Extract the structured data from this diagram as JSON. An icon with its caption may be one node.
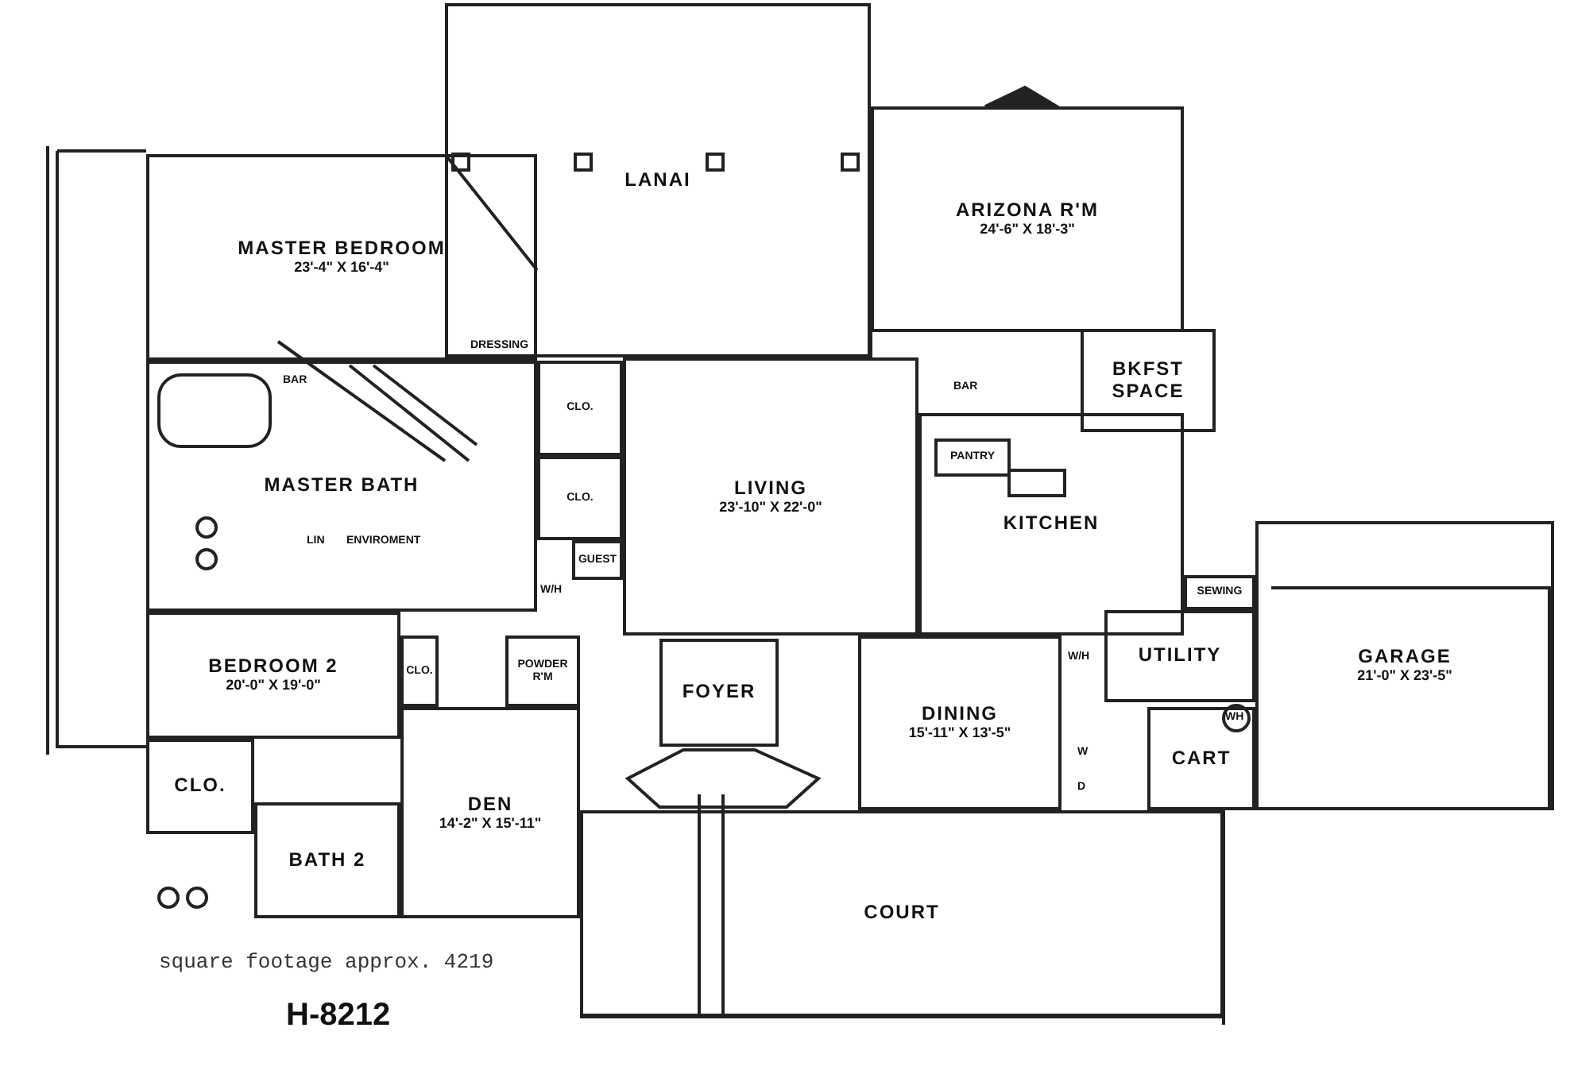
{
  "diagram": {
    "caption": "square footage approx. 4219",
    "nodes": [
      {
        "text": [
          "MASTER BEDROOM",
          "23'-4\" X 16'-4\""
        ]
      },
      {
        "text": [
          "LANAI"
        ]
      },
      {
        "text": [
          "ARIZONA R'M",
          "24'-6\" X 18'-3\""
        ]
      },
      {
        "text": [
          "BKFST SPACE"
        ]
      },
      {
        "text": [
          "MASTER BATH"
        ]
      },
      {
        "text": [
          "CLO."
        ]
      },
      {
        "text": [
          "CLO."
        ]
      },
      {
        "text": [
          "GUEST"
        ]
      },
      {
        "text": [
          "LIVING",
          "23'-10\" X 22'-0\""
        ]
      },
      {
        "text": [
          "KITCHEN"
        ]
      },
      {
        "text": [
          "PANTRY"
        ],
        "in": 9
      },
      {
        "text": [
          "BEDROOM 2",
          "20'-0\" X 19'-0\""
        ]
      },
      {
        "text": [
          "CLO."
        ]
      },
      {
        "text": [
          "BATH 2"
        ]
      },
      {
        "text": [
          "CLO."
        ]
      },
      {
        "text": [
          "POWDER R'M"
        ]
      },
      {
        "text": [
          "DEN",
          "14'-2\" X 15'-11\""
        ]
      },
      {
        "text": [
          "FOYER"
        ]
      },
      {
        "text": [
          "DINING",
          "15'-11\" X 13'-5\""
        ]
      },
      {
        "text": [
          "SEWING"
        ]
      },
      {
        "text": [
          "UTILITY"
        ]
      },
      {
        "text": [
          "CART"
        ]
      },
      {
        "text": [
          "GARAGE",
          "21'-0\" X 23'-5\""
        ]
      },
      {
        "text": [
          "COURT"
        ]
      }
    ],
    "labels": [
      "DRESSING",
      "BAR",
      "LIN",
      "ENVIROMENT",
      "W/H",
      "BAR",
      "W/H",
      "W",
      "D",
      "WH",
      "H-8212"
    ]
  }
}
